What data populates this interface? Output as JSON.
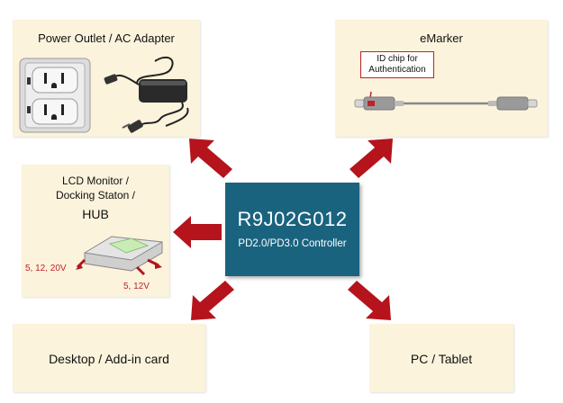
{
  "power": {
    "title": "Power Outlet / AC Adapter"
  },
  "emarker": {
    "title": "eMarker",
    "callout_line1": "ID chip for",
    "callout_line2": "Authentication"
  },
  "lcd": {
    "title_line1": "LCD Monitor /",
    "title_line2": "Docking Staton /",
    "title_line3": "HUB",
    "voltage_left": "5, 12, 20V",
    "voltage_right": "5, 12V"
  },
  "controller": {
    "name": "R9J02G012",
    "subtitle": "PD2.0/PD3.0 Controller"
  },
  "desktop": {
    "label": "Desktop / Add-in card"
  },
  "pc": {
    "label": "PC / Tablet"
  },
  "colors": {
    "box_bg": "#fbf3dc",
    "controller_bg": "#1a637f",
    "arrow": "#b5141c",
    "accent_red": "#c0222a"
  }
}
